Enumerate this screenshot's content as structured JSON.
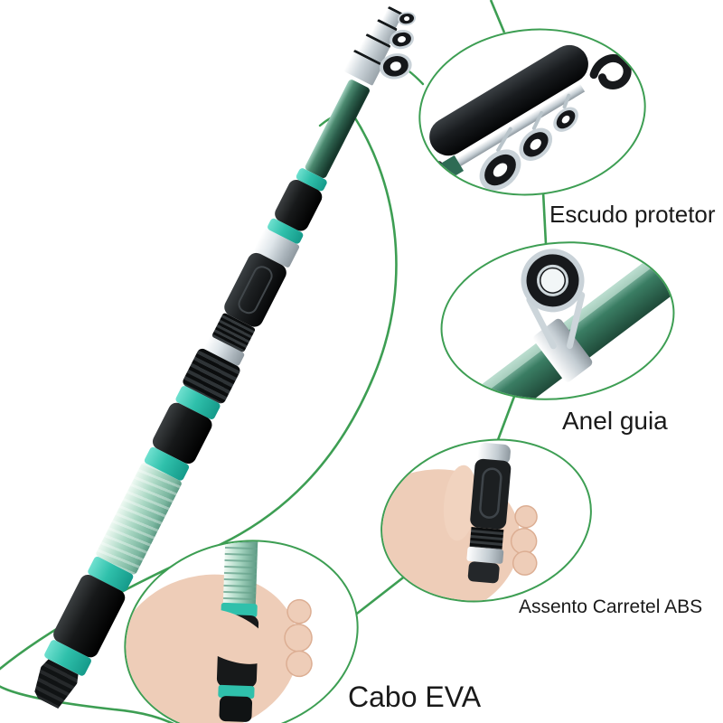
{
  "image_type": "annotated product photo",
  "product": "telescopic fishing rod",
  "labels": {
    "shield": "Escudo protetor",
    "guide_ring": "Anel guia",
    "reel_seat": "Assento Carretel ABS",
    "handle": "Cabo EVA"
  },
  "colors": {
    "background": "#ffffff",
    "callout_line_green": "#3d9e53",
    "rod_green_dark": "#2c5f4c",
    "rod_green_light": "#a9d7c3",
    "accent_teal": "#2fc0ab",
    "foam_black": "#17191a",
    "chrome_silver": "#c9d2d8",
    "skin_tone": "#eecdb8",
    "label_text": "#1a1a1a"
  }
}
